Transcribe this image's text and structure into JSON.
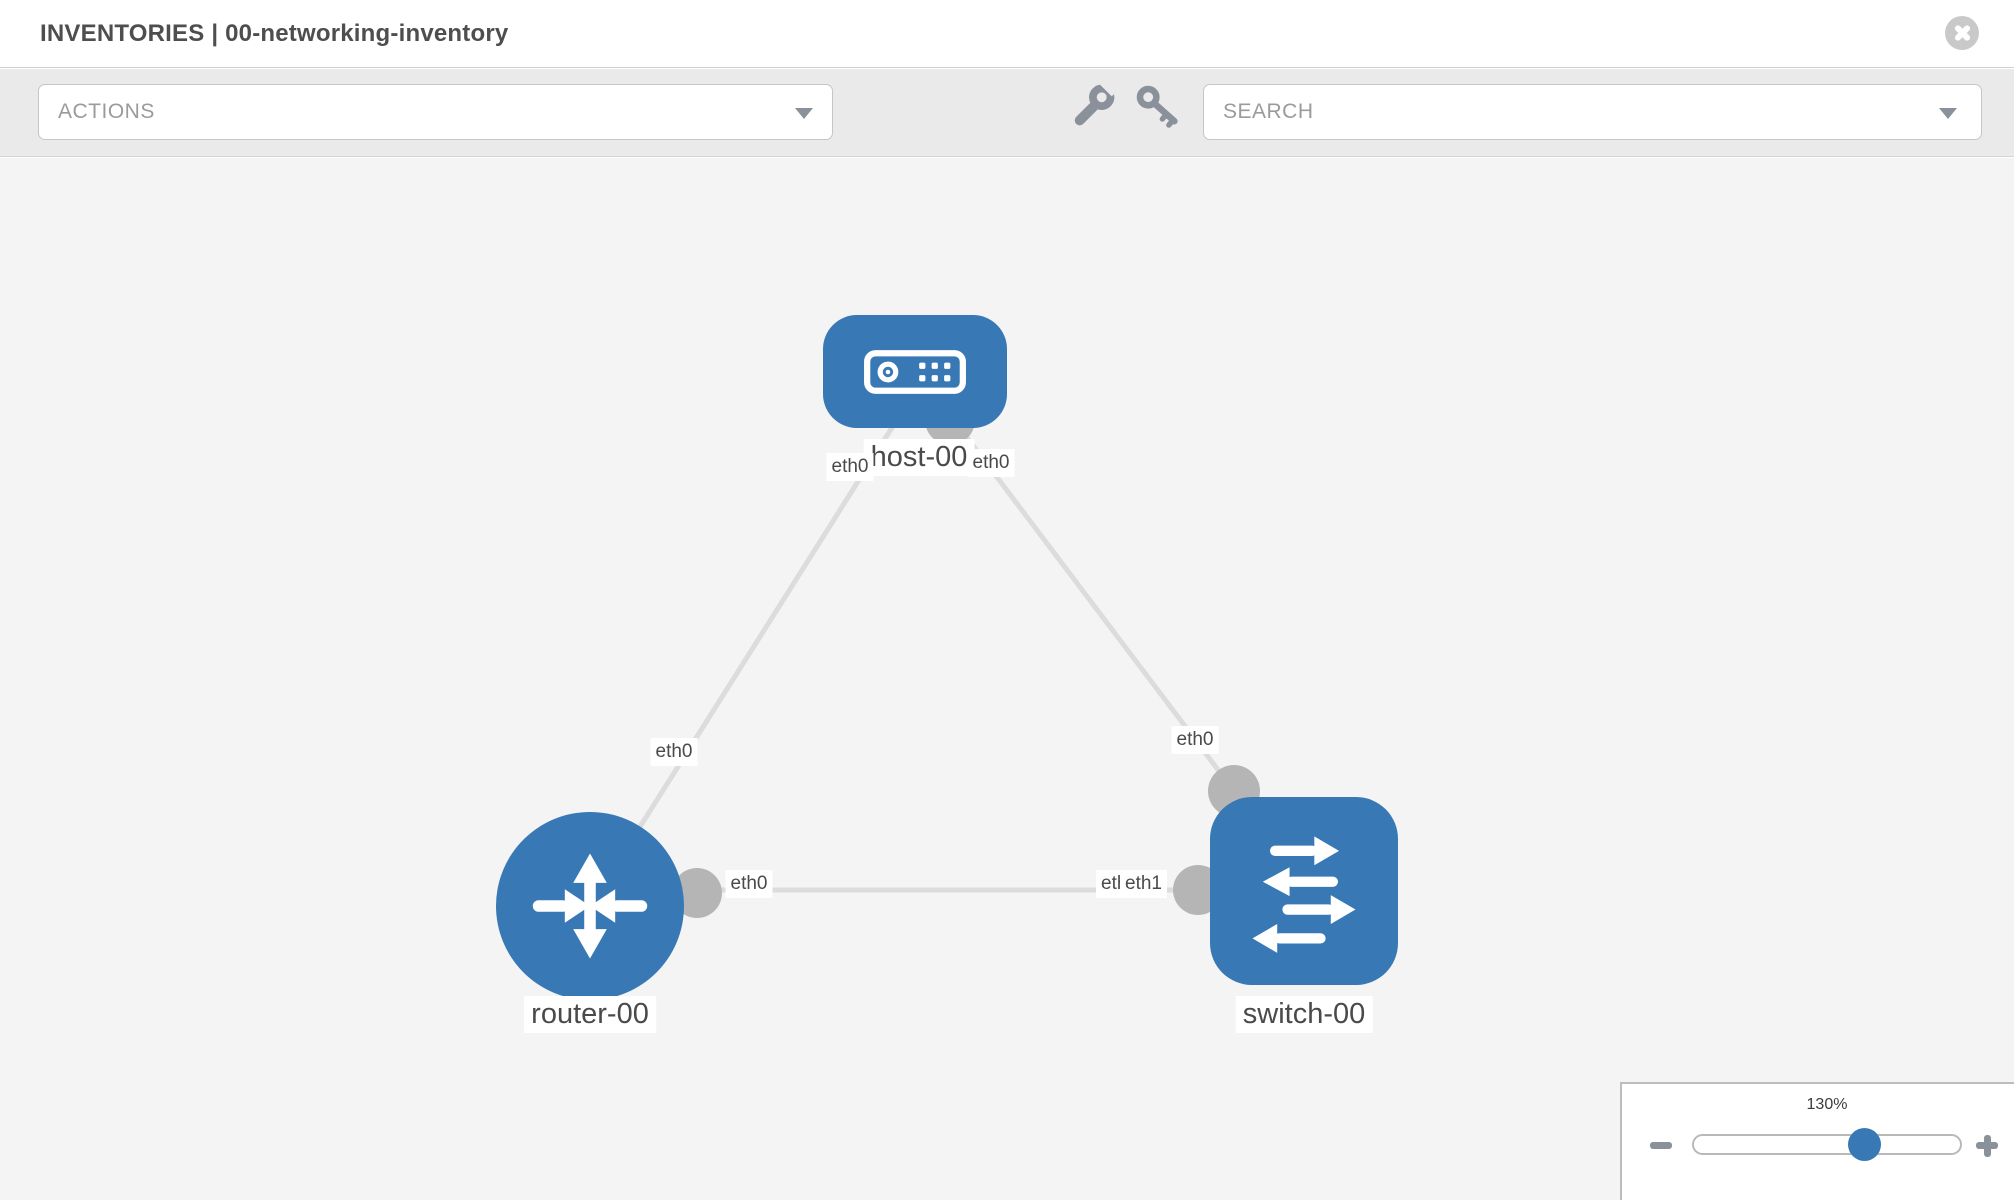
{
  "header": {
    "title": "INVENTORIES | 00-networking-inventory"
  },
  "toolbar": {
    "actions_label": "ACTIONS",
    "search_label": "SEARCH"
  },
  "canvas": {
    "nodes": {
      "host": {
        "label": "host-00",
        "type": "host"
      },
      "router": {
        "label": "router-00",
        "type": "router"
      },
      "switch": {
        "label": "switch-00",
        "type": "switch"
      }
    },
    "interface_labels": {
      "host_left": "eth0",
      "host_right": "eth0",
      "router_uplink": "eth0",
      "switch_uplink": "eth0",
      "router_eth0": "eth0",
      "switch_eth0": "eth0",
      "switch_eth1": "eth1"
    }
  },
  "zoom_control": {
    "level": "130%"
  },
  "colors": {
    "node_blue": "#3778b5",
    "link_gray": "#dcdcdc",
    "endpoint_gray": "#b5b5b5",
    "icon_gray": "#8b919b",
    "toolbar_bg": "#eaeaea",
    "canvas_bg": "#f4f4f4",
    "label_text": "#4a4a4a",
    "placeholder_gray": "#9b9b9b",
    "title_gray": "#4e4e4e",
    "close_gray": "#c9c9c9",
    "border_gray": "#c6c6c6"
  }
}
